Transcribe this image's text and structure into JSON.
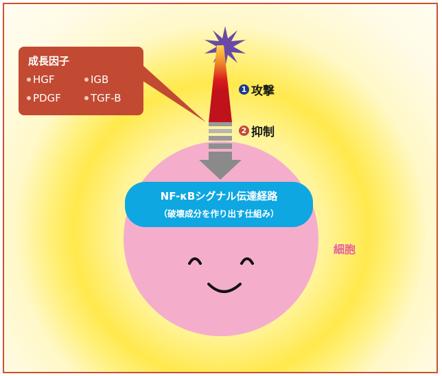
{
  "callout": {
    "title": "成長因子",
    "factors": [
      "HGF",
      "IGB",
      "PDGF",
      "TGF-B"
    ]
  },
  "steps": [
    {
      "number": "1",
      "label": "攻撃",
      "color": "#1e3a8a"
    },
    {
      "number": "2",
      "label": "抑制",
      "color": "#c24a33"
    }
  ],
  "pathway": {
    "title": "NF-κBシグナル伝達経路",
    "subtitle": "（破壊成分を作り出す仕組み）"
  },
  "cell_label": "細胞",
  "colors": {
    "frame_border": "#c8522e",
    "callout": "#c24a33",
    "cell": "#f4aecb",
    "banner": "#0ea7e2",
    "burst": "#6b4aa6",
    "arrow": "#8a8a8a",
    "cell_label": "#e55ea5"
  }
}
